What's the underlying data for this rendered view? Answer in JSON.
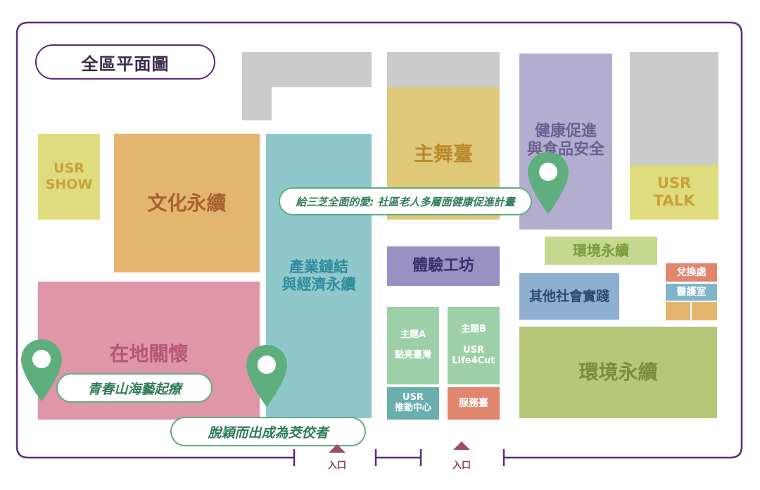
{
  "map_title": "全區平面圖",
  "colors": {
    "frame": "#5b2a7e",
    "blank": "#cbcbcb",
    "pin": "#5fae7d",
    "entrance_arrow": "#a04a6e"
  },
  "zones": {
    "usr_show": "USR\nSHOW",
    "culture": "文化永續",
    "industry": "產業鏈結\n與經濟永續",
    "main_stage": "主舞臺",
    "health": "健康促進\n與食品安全",
    "usr_talk": "USR\nTALK",
    "environment_small": "環境永續",
    "workshop": "體驗工坊",
    "local_care": "在地關懷",
    "other_practice": "其他社會實踐",
    "exchange": "兌換處",
    "medical": "醫護室",
    "theme_a": "主題A\n\n點亮臺灣",
    "theme_b": "主題B\n\nUSR\nLife4Cut",
    "usr_center": "USR\n推動中心",
    "service": "服務臺",
    "environment_big": "環境永續"
  },
  "highlights": {
    "sanzhi": "給三芝全面的愛: 社區老人多層面健康促進計畫",
    "youth": "青春山海藝起療",
    "standout": "脫穎而出成為茭佼者"
  },
  "entrances": [
    "入口",
    "入口"
  ]
}
